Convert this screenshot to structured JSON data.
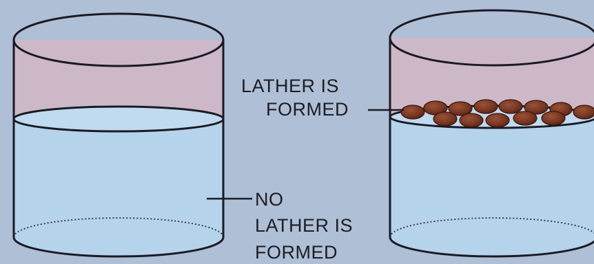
{
  "labels": {
    "lather": {
      "line1": "LATHER IS",
      "line2": "FORMED"
    },
    "no_lather": {
      "line1": "NO",
      "line2": "LATHER IS",
      "line3": "FORMED"
    }
  },
  "colors": {
    "background": "#aebfd6",
    "upper_glass": "#cdb8c8",
    "water": "#b6d3ec",
    "outline": "#1a1a24",
    "lather_bubble": "#7a3a26"
  }
}
